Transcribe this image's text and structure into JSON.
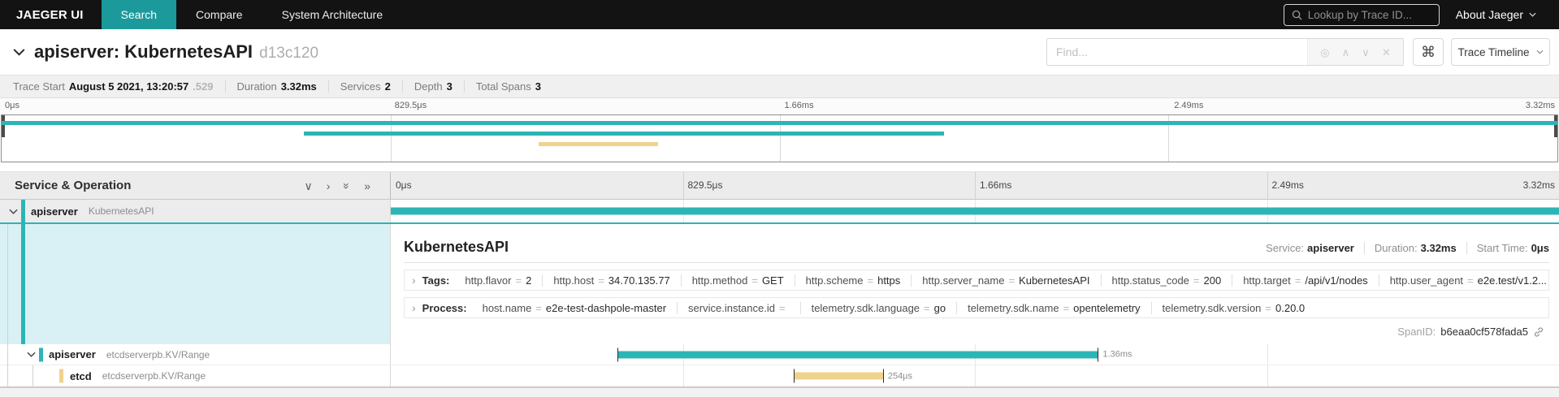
{
  "nav": {
    "brand": "JAEGER UI",
    "items": [
      {
        "label": "Search",
        "active": true
      },
      {
        "label": "Compare",
        "active": false
      },
      {
        "label": "System Architecture",
        "active": false
      }
    ],
    "lookup_placeholder": "Lookup by Trace ID...",
    "about_label": "About Jaeger"
  },
  "trace_header": {
    "title": "apiserver: KubernetesAPI",
    "trace_id": "d13c120",
    "find_placeholder": "Find...",
    "find_icons": [
      {
        "name": "match-target-icon",
        "glyph": "◎"
      },
      {
        "name": "prev-result-icon",
        "glyph": "∧"
      },
      {
        "name": "next-result-icon",
        "glyph": "∨"
      },
      {
        "name": "clear-find-icon",
        "glyph": "✕"
      }
    ],
    "shortcut_symbol": "⌘",
    "view_label": "Trace Timeline"
  },
  "summary": {
    "items": [
      {
        "label": "Trace Start",
        "value": "August 5 2021, 13:20:57",
        "muted_suffix": ".529"
      },
      {
        "label": "Duration",
        "value": "3.32ms"
      },
      {
        "label": "Services",
        "value": "2"
      },
      {
        "label": "Depth",
        "value": "3"
      },
      {
        "label": "Total Spans",
        "value": "3"
      }
    ]
  },
  "timeline": {
    "header_label": "Service & Operation",
    "ticks": [
      "0μs",
      "829.5μs",
      "1.66ms",
      "2.49ms",
      "3.32ms"
    ],
    "toolbar_icons": [
      {
        "name": "collapse-one-icon",
        "glyph": "∨",
        "rotate": 0
      },
      {
        "name": "expand-one-icon",
        "glyph": "›",
        "rotate": 0
      },
      {
        "name": "collapse-all-icon",
        "glyph": "»",
        "rotate": 90
      },
      {
        "name": "expand-all-icon",
        "glyph": "»",
        "rotate": 0
      }
    ]
  },
  "chart_data": {
    "type": "gantt-timeline",
    "title": "apiserver: KubernetesAPI trace",
    "total_duration": "3.32ms",
    "axis_ticks": [
      "0μs",
      "829.5μs",
      "1.66ms",
      "2.49ms",
      "3.32ms"
    ],
    "axis_range_pct": [
      0,
      100
    ],
    "grid_pct": [
      25,
      50,
      75
    ],
    "spans": [
      {
        "service": "apiserver",
        "operation": "KubernetesAPI",
        "depth": 0,
        "color": "#2db4b6",
        "start_pct": 0,
        "width_pct": 100,
        "duration_label": "",
        "expanded": true,
        "selected": true
      },
      {
        "service": "apiserver",
        "operation": "etcdserverpb.KV/Range",
        "depth": 1,
        "color": "#2db4b6",
        "start_pct": 19.4,
        "width_pct": 41.2,
        "duration_label": "1.36ms",
        "expanded": true,
        "selected": false
      },
      {
        "service": "etcd",
        "operation": "etcdserverpb.KV/Range",
        "depth": 2,
        "color": "#efd28d",
        "start_pct": 34.5,
        "width_pct": 7.7,
        "duration_label": "254μs",
        "expanded": false,
        "selected": false
      }
    ]
  },
  "detail": {
    "title": "KubernetesAPI",
    "meta": [
      {
        "label": "Service:",
        "value": "apiserver"
      },
      {
        "label": "Duration:",
        "value": "3.32ms"
      },
      {
        "label": "Start Time:",
        "value": "0μs"
      }
    ],
    "tags_label": "Tags:",
    "tags": [
      {
        "key": "http.flavor",
        "value": "2"
      },
      {
        "key": "http.host",
        "value": "34.70.135.77"
      },
      {
        "key": "http.method",
        "value": "GET"
      },
      {
        "key": "http.scheme",
        "value": "https"
      },
      {
        "key": "http.server_name",
        "value": "KubernetesAPI"
      },
      {
        "key": "http.status_code",
        "value": "200"
      },
      {
        "key": "http.target",
        "value": "/api/v1/nodes"
      },
      {
        "key": "http.user_agent",
        "value": "e2e.test/v1.2..."
      }
    ],
    "process_label": "Process:",
    "process": [
      {
        "key": "host.name",
        "value": "e2e-test-dashpole-master"
      },
      {
        "key": "service.instance.id",
        "value": ""
      },
      {
        "key": "telemetry.sdk.language",
        "value": "go"
      },
      {
        "key": "telemetry.sdk.name",
        "value": "opentelemetry"
      },
      {
        "key": "telemetry.sdk.version",
        "value": "0.20.0"
      }
    ],
    "spanid_label": "SpanID:",
    "spanid_value": "b6eaa0cf578fada5"
  }
}
